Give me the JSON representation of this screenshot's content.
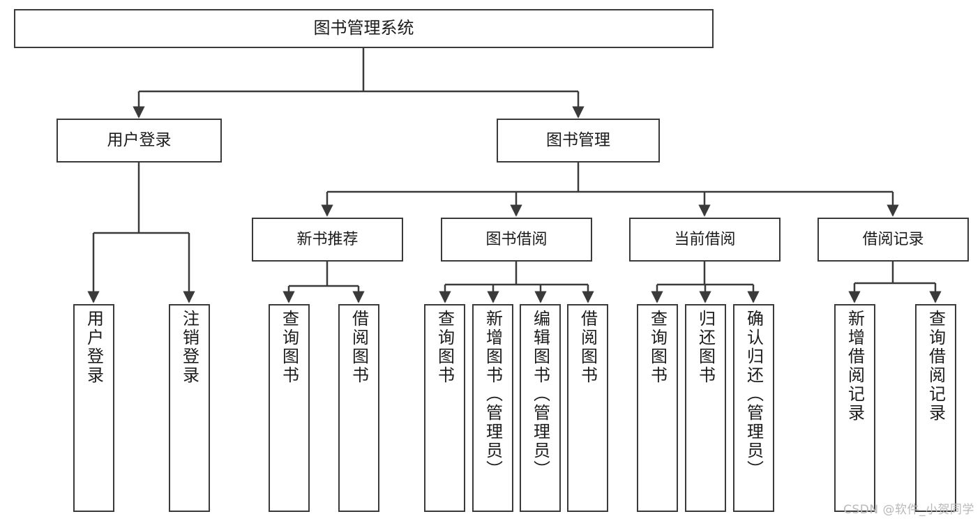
{
  "diagram": {
    "type": "tree-hierarchy",
    "title": "图书管理系统",
    "watermark": "CSDN @软件_小贺同学",
    "colors": {
      "box_border": "#3a3a3a",
      "box_fill": "#ffffff",
      "edge": "#3a3a3a",
      "text": "#1b1b1b",
      "watermark": "#b9b9b9",
      "background": "#ffffff"
    },
    "root": {
      "id": "root",
      "label": "图书管理系统"
    },
    "level1": [
      {
        "id": "l1-0",
        "label": "用户登录"
      },
      {
        "id": "l1-1",
        "label": "图书管理"
      }
    ],
    "level2": [
      {
        "id": "l2-0",
        "label": "新书推荐",
        "parent": "l1-1"
      },
      {
        "id": "l2-1",
        "label": "图书借阅",
        "parent": "l1-1"
      },
      {
        "id": "l2-2",
        "label": "当前借阅",
        "parent": "l1-1"
      },
      {
        "id": "l2-3",
        "label": "借阅记录",
        "parent": "l1-1"
      }
    ],
    "leaves": [
      {
        "id": "lf-0",
        "label": "用户登录",
        "parent": "l1-0"
      },
      {
        "id": "lf-1",
        "label": "注销登录",
        "parent": "l1-0"
      },
      {
        "id": "lf-2",
        "label": "查询图书",
        "parent": "l2-0"
      },
      {
        "id": "lf-3",
        "label": "借阅图书",
        "parent": "l2-0"
      },
      {
        "id": "lf-4",
        "label": "查询图书",
        "parent": "l2-1"
      },
      {
        "id": "lf-5",
        "label": "新增图书（管理员）",
        "parent": "l2-1"
      },
      {
        "id": "lf-6",
        "label": "编辑图书（管理员）",
        "parent": "l2-1"
      },
      {
        "id": "lf-7",
        "label": "借阅图书",
        "parent": "l2-1"
      },
      {
        "id": "lf-8",
        "label": "查询图书",
        "parent": "l2-2"
      },
      {
        "id": "lf-9",
        "label": "归还图书",
        "parent": "l2-2"
      },
      {
        "id": "lf-10",
        "label": "确认归还（管理员）",
        "parent": "l2-2"
      },
      {
        "id": "lf-11",
        "label": "新增借阅记录",
        "parent": "l2-3"
      },
      {
        "id": "lf-12",
        "label": "查询借阅记录",
        "parent": "l2-3"
      }
    ]
  }
}
